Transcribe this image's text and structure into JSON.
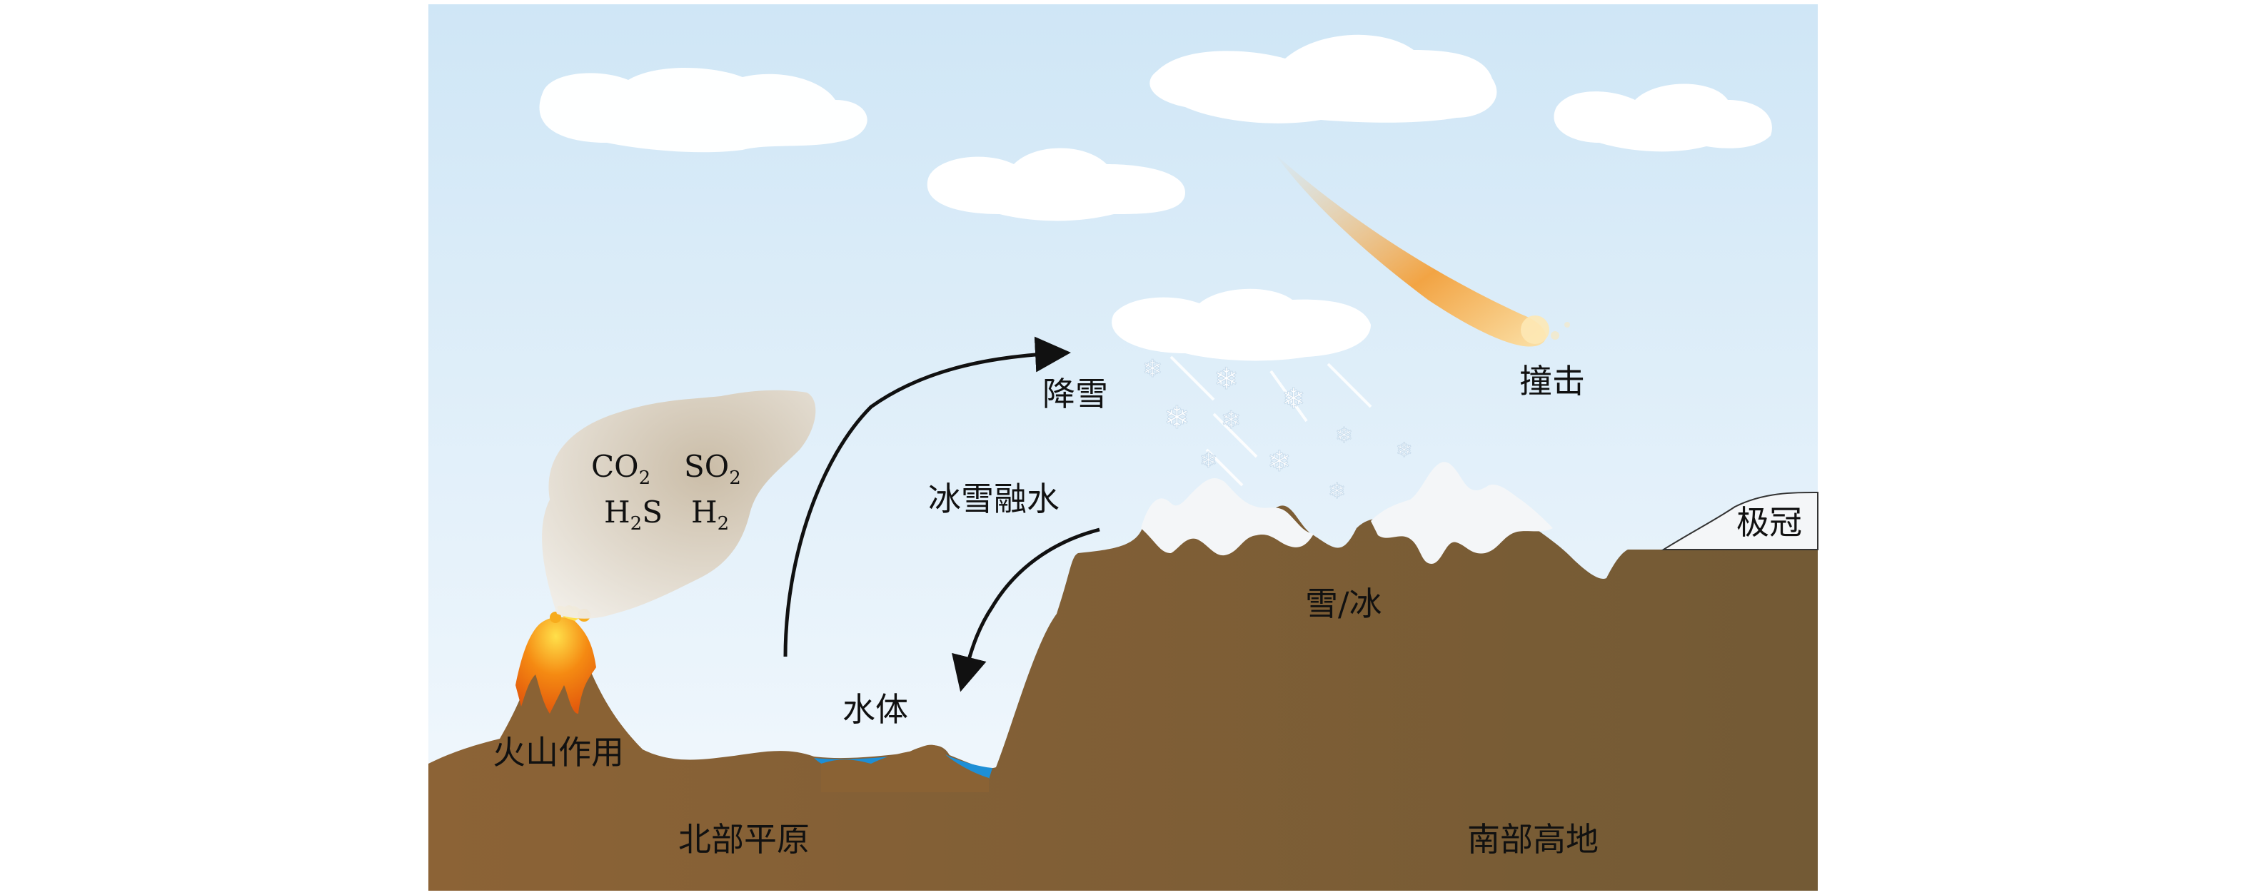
{
  "diagram": {
    "labels": {
      "snowfall": "降雪",
      "impact": "撞击",
      "meltwater": "冰雪融水",
      "polar_cap": "极冠",
      "snow_ice": "雪/冰",
      "water_body": "水体",
      "volcanism": "火山作用",
      "northern_plains": "北部平原",
      "southern_highlands": "南部高地"
    },
    "gases": {
      "co2": {
        "base": "CO",
        "sub": "2"
      },
      "so2": {
        "base": "SO",
        "sub": "2"
      },
      "h2s": {
        "pre": "H",
        "sub": "2",
        "post": "S"
      },
      "h2": {
        "base": "H",
        "sub": "2"
      }
    },
    "colors": {
      "sky_top": "#cfe6f6",
      "sky_bottom": "#f2f8fc",
      "ground": "#8a6234",
      "ground_dark": "#6e5431",
      "snow": "#f4f6f8",
      "water": "#1e8fd6",
      "lava": "#f07a12",
      "meteor": "#f3a444",
      "plume": "#cfc3b1",
      "arrow": "#111111"
    },
    "icons": [
      "volcano-icon",
      "meteor-icon",
      "snowflake-icon",
      "cloud-icon",
      "arrow-icon"
    ]
  }
}
